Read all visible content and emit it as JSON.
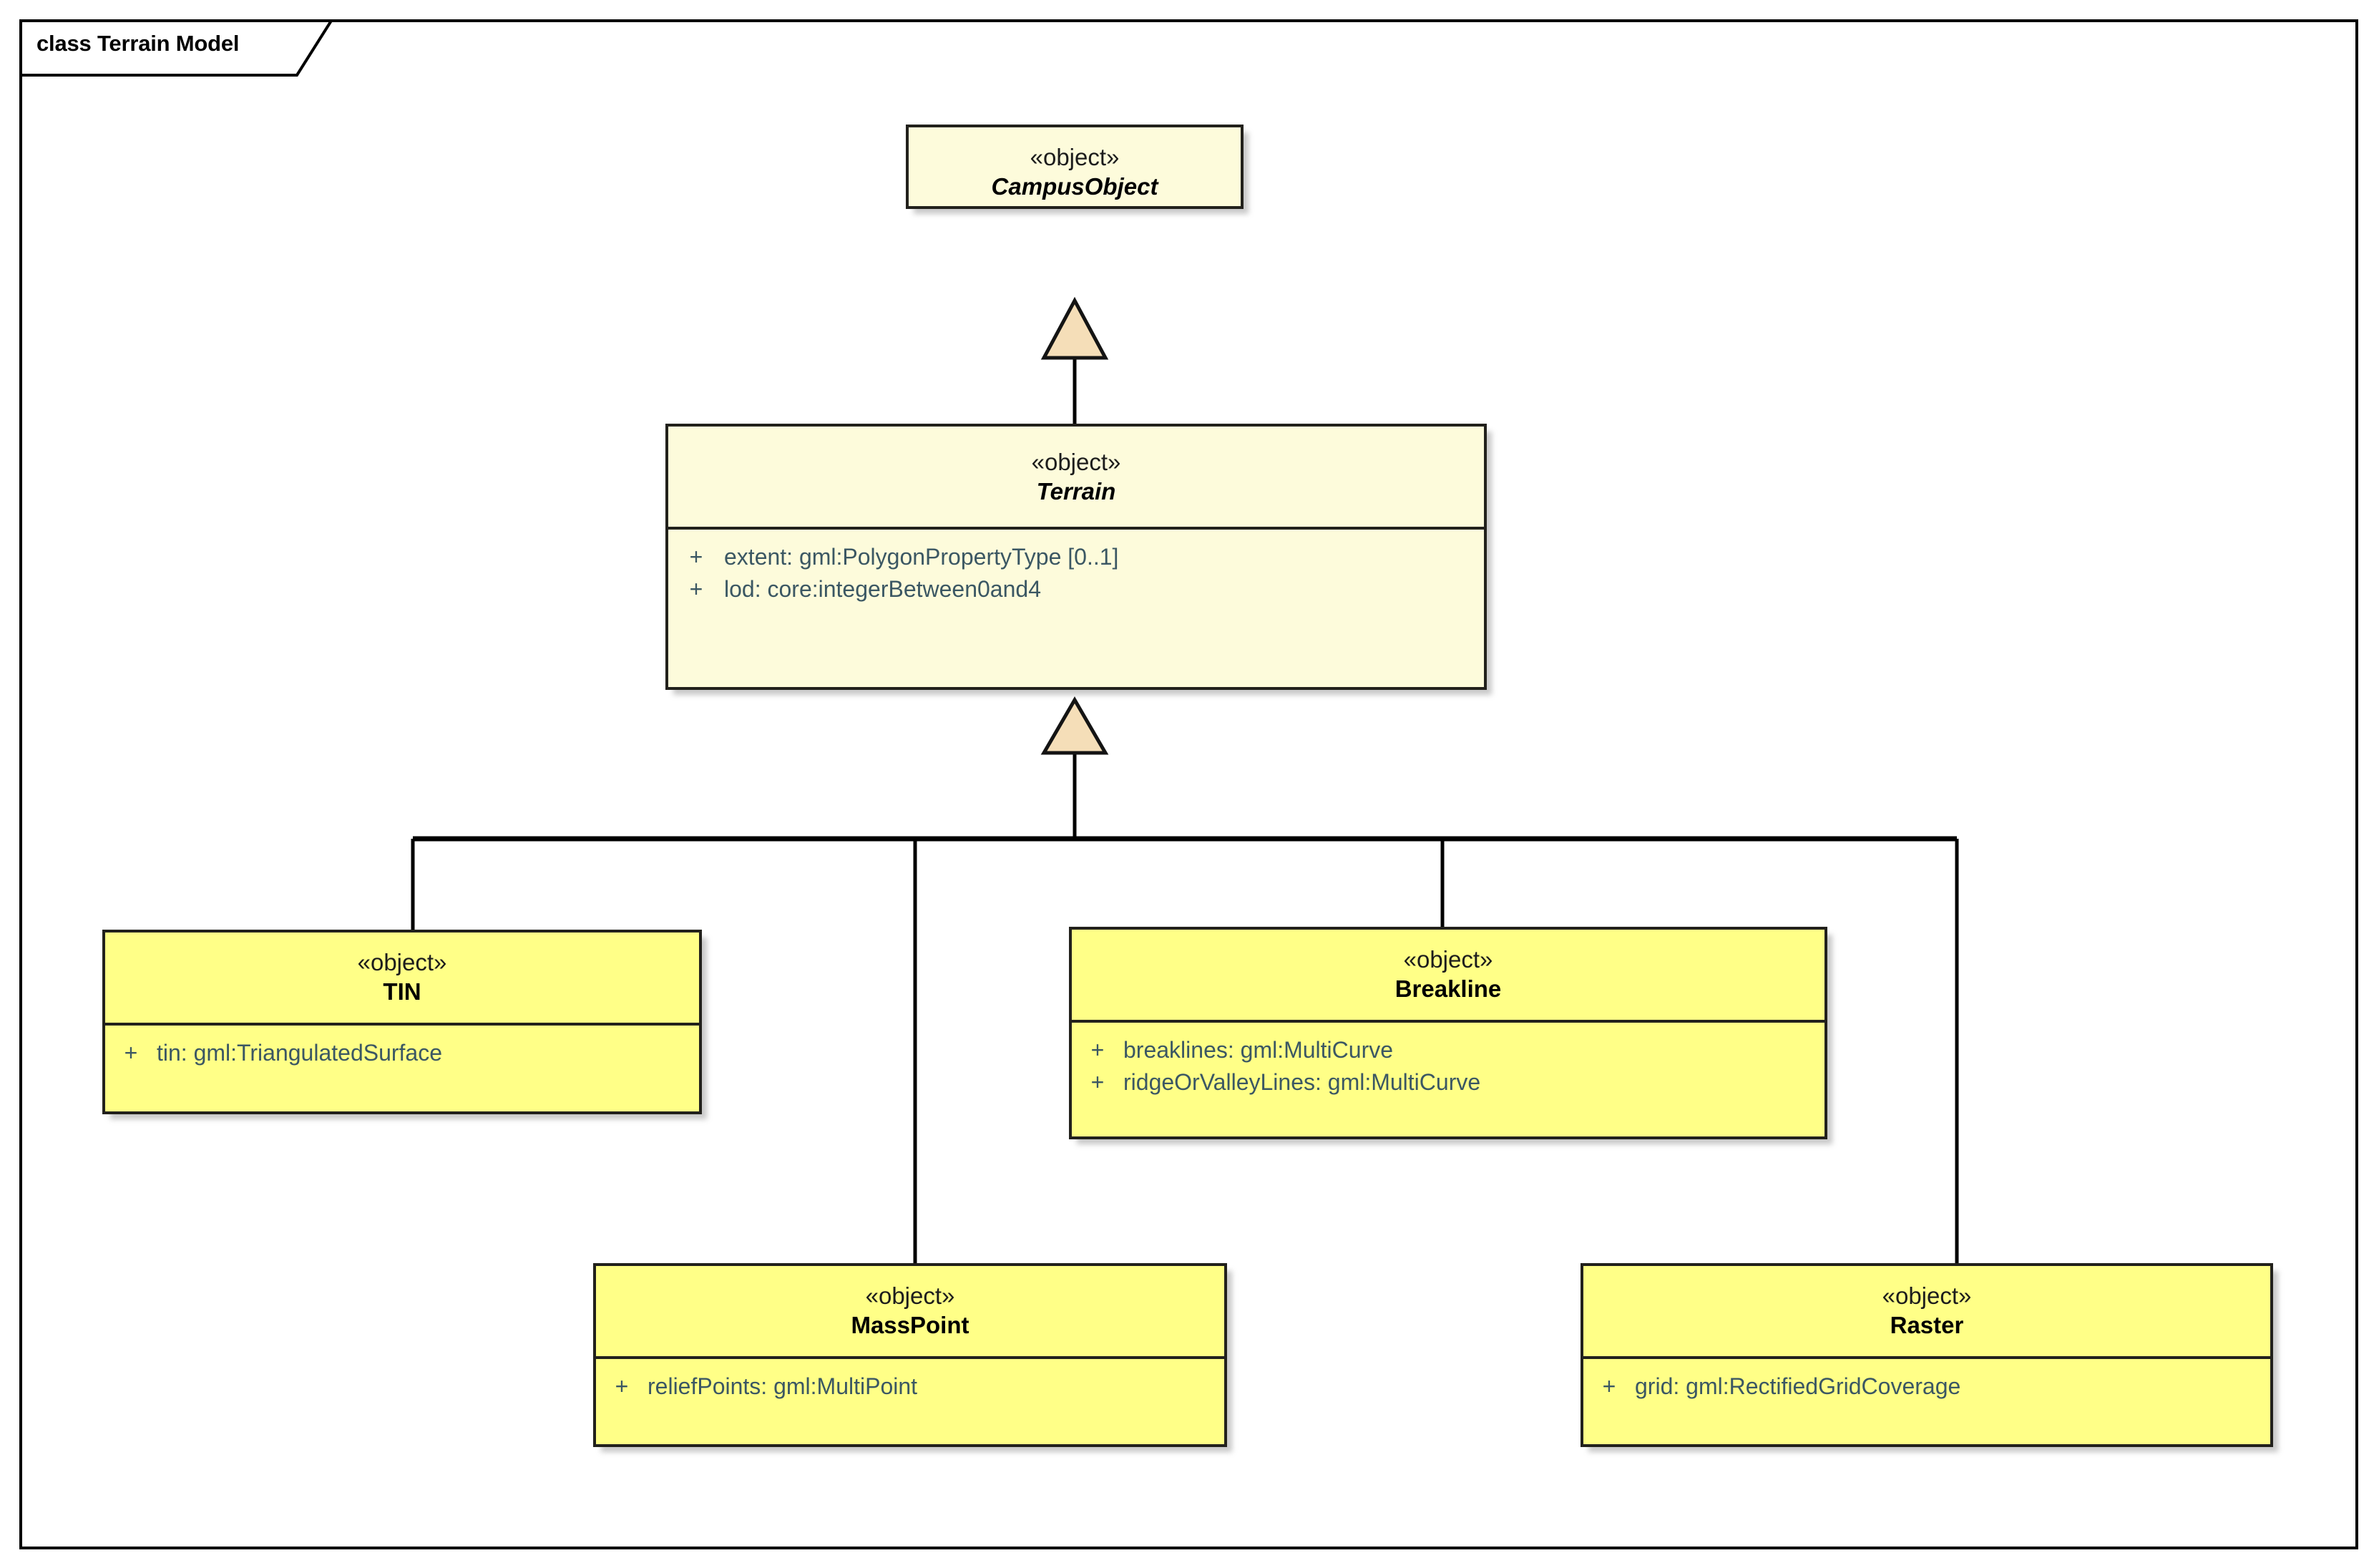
{
  "diagram": {
    "frame_label": "class Terrain Model",
    "notation": "UML class diagram",
    "colors": {
      "abstract_fill": "#FDFBDB",
      "concrete_fill": "#FFFF87",
      "border": "#22211C",
      "attribute_text": "#3B5763",
      "arrowhead_fill": "#F5DEB8",
      "connector": "#000000",
      "background": "#FFFFFF"
    }
  },
  "classes": [
    {
      "id": "campusobject",
      "stereotype": "«object»",
      "name": "CampusObject",
      "abstract": true,
      "attributes": []
    },
    {
      "id": "terrain",
      "stereotype": "«object»",
      "name": "Terrain",
      "abstract": true,
      "attributes": [
        {
          "visibility": "+",
          "text": "extent: gml:PolygonPropertyType [0..1]"
        },
        {
          "visibility": "+",
          "text": "lod: core:integerBetween0and4"
        }
      ]
    },
    {
      "id": "tin",
      "stereotype": "«object»",
      "name": "TIN",
      "abstract": false,
      "attributes": [
        {
          "visibility": "+",
          "text": "tin: gml:TriangulatedSurface"
        }
      ]
    },
    {
      "id": "breakline",
      "stereotype": "«object»",
      "name": "Breakline",
      "abstract": false,
      "attributes": [
        {
          "visibility": "+",
          "text": "breaklines: gml:MultiCurve"
        },
        {
          "visibility": "+",
          "text": "ridgeOrValleyLines: gml:MultiCurve"
        }
      ]
    },
    {
      "id": "masspoint",
      "stereotype": "«object»",
      "name": "MassPoint",
      "abstract": false,
      "attributes": [
        {
          "visibility": "+",
          "text": "reliefPoints: gml:MultiPoint"
        }
      ]
    },
    {
      "id": "raster",
      "stereotype": "«object»",
      "name": "Raster",
      "abstract": false,
      "attributes": [
        {
          "visibility": "+",
          "text": "grid: gml:RectifiedGridCoverage"
        }
      ]
    }
  ],
  "relationships": [
    {
      "type": "generalization",
      "source": "Terrain",
      "target": "CampusObject"
    },
    {
      "type": "generalization",
      "source": "TIN",
      "target": "Terrain"
    },
    {
      "type": "generalization",
      "source": "MassPoint",
      "target": "Terrain"
    },
    {
      "type": "generalization",
      "source": "Breakline",
      "target": "Terrain"
    },
    {
      "type": "generalization",
      "source": "Raster",
      "target": "Terrain"
    }
  ]
}
